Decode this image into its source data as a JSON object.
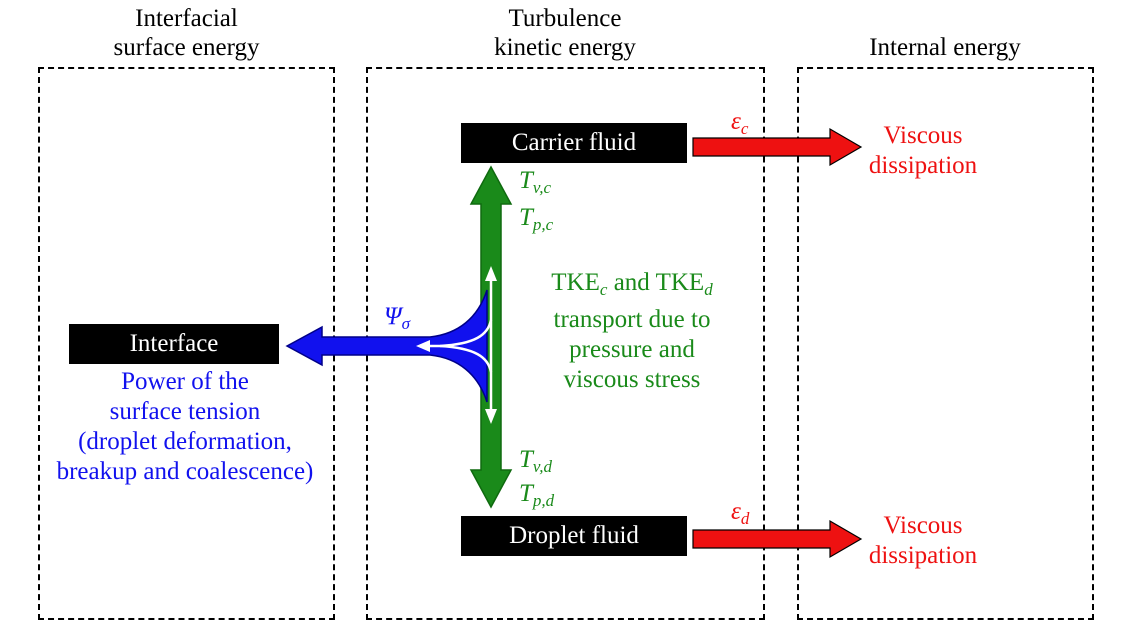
{
  "colors": {
    "kinetic_green": "#1a8a1a",
    "kinetic_green_dark": "#0f6a0f",
    "dissipation_red": "#ee1111",
    "surface_blue": "#1111ee",
    "box_black": "#000000",
    "box_text_white": "#ffffff"
  },
  "columns": {
    "surface": {
      "title_line1": "Interfacial",
      "title_line2": "surface energy"
    },
    "kinetic": {
      "title_line1": "Turbulence",
      "title_line2": "kinetic energy"
    },
    "internal": {
      "title": "Internal energy"
    }
  },
  "nodes": {
    "carrier": "Carrier fluid",
    "droplet": "Droplet fluid",
    "interface": "Interface"
  },
  "interface_desc": {
    "line1": "Power of the",
    "line2": "surface tension",
    "line3": "(droplet deformation,",
    "line4": "breakup and coalescence)"
  },
  "transport": {
    "tke_c": "TKE",
    "tke_c_sub": "c",
    "and": "and",
    "tke_d": "TKE",
    "tke_d_sub": "d",
    "line2": "transport due to",
    "line3": "pressure and",
    "line4": "viscous stress"
  },
  "symbols": {
    "t_vc": {
      "base": "T",
      "sub": "v,c"
    },
    "t_pc": {
      "base": "T",
      "sub": "p,c"
    },
    "t_vd": {
      "base": "T",
      "sub": "v,d"
    },
    "t_pd": {
      "base": "T",
      "sub": "p,d"
    },
    "eps_c": {
      "base": "ε",
      "sub": "c"
    },
    "eps_d": {
      "base": "ε",
      "sub": "d"
    },
    "psi": {
      "base": "Ψ",
      "sub": "σ"
    }
  },
  "dissipation": {
    "top": {
      "line1": "Viscous",
      "line2": "dissipation"
    },
    "bottom": {
      "line1": "Viscous",
      "line2": "dissipation"
    }
  }
}
